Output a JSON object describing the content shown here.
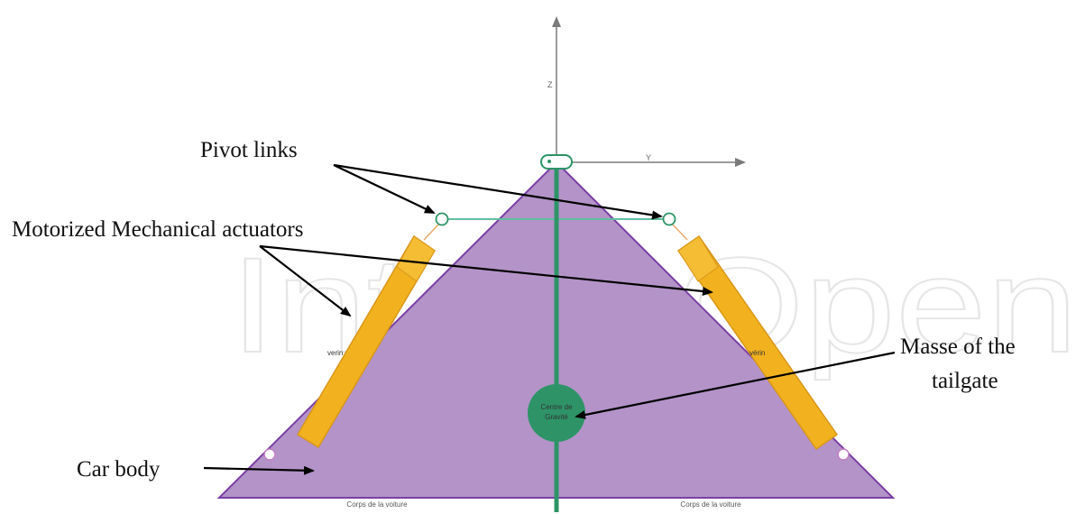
{
  "annotations": {
    "pivot_links": "Pivot links",
    "actuators": "Motorized Mechanical actuators",
    "masse_line1": "Masse of the",
    "masse_line2": "tailgate",
    "car_body": "Car body"
  },
  "diagram_labels": {
    "z_axis": "Z",
    "y_axis": "Y",
    "actuator_left": "verin",
    "actuator_right": "vérin",
    "cog_line1": "Centre de",
    "cog_line2": "Gravité",
    "body_left": "Corps de la voiture",
    "body_right": "Corps de la voiture"
  },
  "watermark": "IntechOpen",
  "colors": {
    "triangle": "#b393c8",
    "triangle_edge": "#7b3fa5",
    "actuator": "#f2b21f",
    "actuator_edge": "#d8961a",
    "green": "#2e9467",
    "link": "#5fbf9e",
    "axis": "#7a7a7a"
  }
}
